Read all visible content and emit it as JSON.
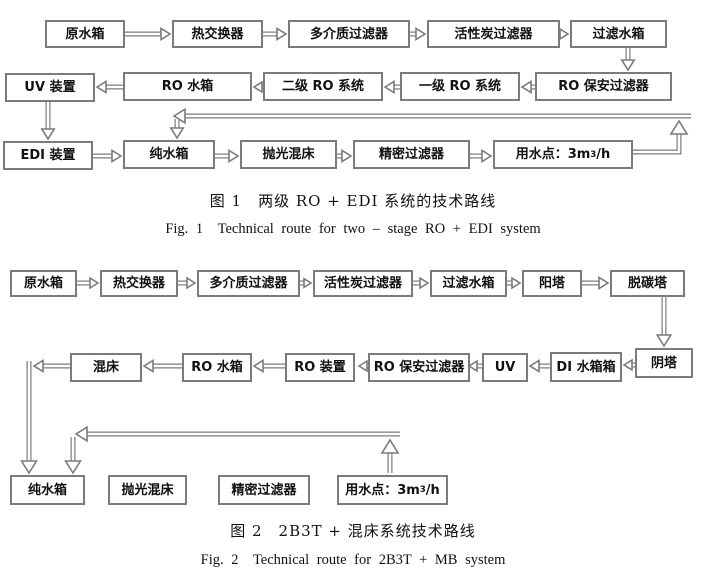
{
  "figure1": {
    "caption_zh": "图 1　两级 RO + EDI 系统的技术路线",
    "caption_en": "Fig. 1　Technical route for two – stage RO + EDI system",
    "nodes": {
      "raw_tank": "原水箱",
      "heat_exchanger": "热交换器",
      "multimedia_filter": "多介质过滤器",
      "carbon_filter": "活性炭过滤器",
      "filtered_tank": "过滤水箱",
      "uv_device": "UV 装置",
      "ro_tank": "RO 水箱",
      "ro_stage2": "二级 RO 系统",
      "ro_stage1": "一级 RO 系统",
      "ro_guard_filter": "RO 保安过滤器",
      "edi_device": "EDI 装置",
      "pure_tank": "纯水箱",
      "polish_bed": "抛光混床",
      "precision_filter": "精密过滤器",
      "use_point_prefix": "用水点：3m",
      "use_point_sup": "3",
      "use_point_suffix": "/h"
    },
    "flow": [
      "原水箱 → 热交换器 → 多介质过滤器 → 活性炭过滤器 → 过滤水箱",
      "过滤水箱 → RO 保安过滤器 → 一级 RO 系统 → 二级 RO 系统 → RO 水箱 → UV 装置",
      "UV 装置 → EDI 装置 → 纯水箱 → 抛光混床 → 精密过滤器 → 用水点：3m³/h",
      "用水点：3m³/h → 纯水箱 (回流)"
    ]
  },
  "figure2": {
    "caption_zh": "图 2　2B3T + 混床系统技术路线",
    "caption_en": "Fig. 2　Technical route for 2B3T + MB system",
    "nodes": {
      "raw_tank": "原水箱",
      "heat_exchanger": "热交换器",
      "multimedia_filter": "多介质过滤器",
      "carbon_filter": "活性炭过滤器",
      "filtered_tank": "过滤水箱",
      "cation_tower": "阳塔",
      "decarbon_tower": "脱碳塔",
      "anion_tower": "阴塔",
      "di_tank": "DI 水箱箱",
      "uv": "UV",
      "ro_guard_filter": "RO 保安过滤器",
      "ro_device": "RO 装置",
      "ro_tank": "RO 水箱",
      "mixed_bed": "混床",
      "pure_tank": "纯水箱",
      "polish_bed": "抛光混床",
      "precision_filter": "精密过滤器",
      "use_point_prefix": "用水点：3m",
      "use_point_sup": "3",
      "use_point_suffix": "/h"
    },
    "flow": [
      "原水箱 → 热交换器 → 多介质过滤器 → 活性炭过滤器 → 过滤水箱 → 阳塔 → 脱碳塔",
      "脱碳塔 → 阴塔 → DI 水箱箱 → UV → RO 保安过滤器 → RO 装置 → RO 水箱 → 混床",
      "混床 → 纯水箱",
      "用水点：3m³/h → 精密过滤器 → 抛光混床 → 纯水箱 (回流)"
    ]
  }
}
